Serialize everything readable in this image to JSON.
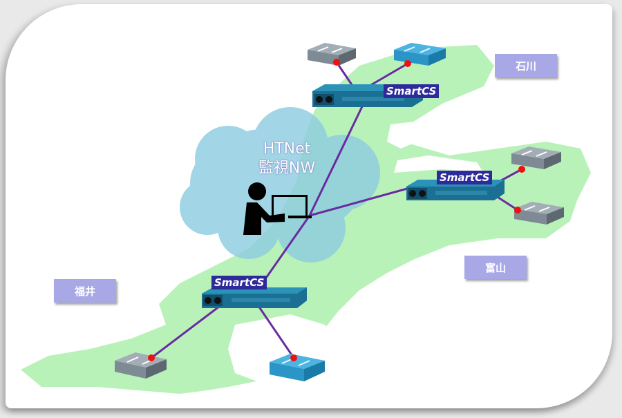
{
  "diagram": {
    "cloud": {
      "line1": "HTNet",
      "line2": "監視NW",
      "icon": "person-at-laptop-icon"
    },
    "prefectures": [
      {
        "id": "ishikawa",
        "label": "石川"
      },
      {
        "id": "toyama",
        "label": "富山"
      },
      {
        "id": "fukui",
        "label": "福井"
      }
    ],
    "console_servers": [
      {
        "id": "north",
        "label": "SmartCS"
      },
      {
        "id": "east",
        "label": "SmartCS"
      },
      {
        "id": "south",
        "label": "SmartCS"
      }
    ],
    "switches": [
      {
        "id": "north-gray",
        "type": "gray-switch",
        "connects_to": "north"
      },
      {
        "id": "north-blue",
        "type": "blue-switch",
        "connects_to": "north"
      },
      {
        "id": "east-gray-1",
        "type": "gray-switch",
        "connects_to": "east"
      },
      {
        "id": "east-gray-2",
        "type": "gray-switch",
        "connects_to": "east"
      },
      {
        "id": "south-gray",
        "type": "gray-switch",
        "connects_to": "south"
      },
      {
        "id": "south-blue",
        "type": "blue-switch",
        "connects_to": "south"
      }
    ],
    "colors": {
      "map_land": "#b9f2b9",
      "cloud": "#8ecde0",
      "link": "#6a2aa0",
      "port_dot": "#ee1111",
      "label_bg": "#a9a8e6",
      "smartcs_label_bg": "#2e2a9a",
      "device_body": "#1f7fa3"
    }
  }
}
